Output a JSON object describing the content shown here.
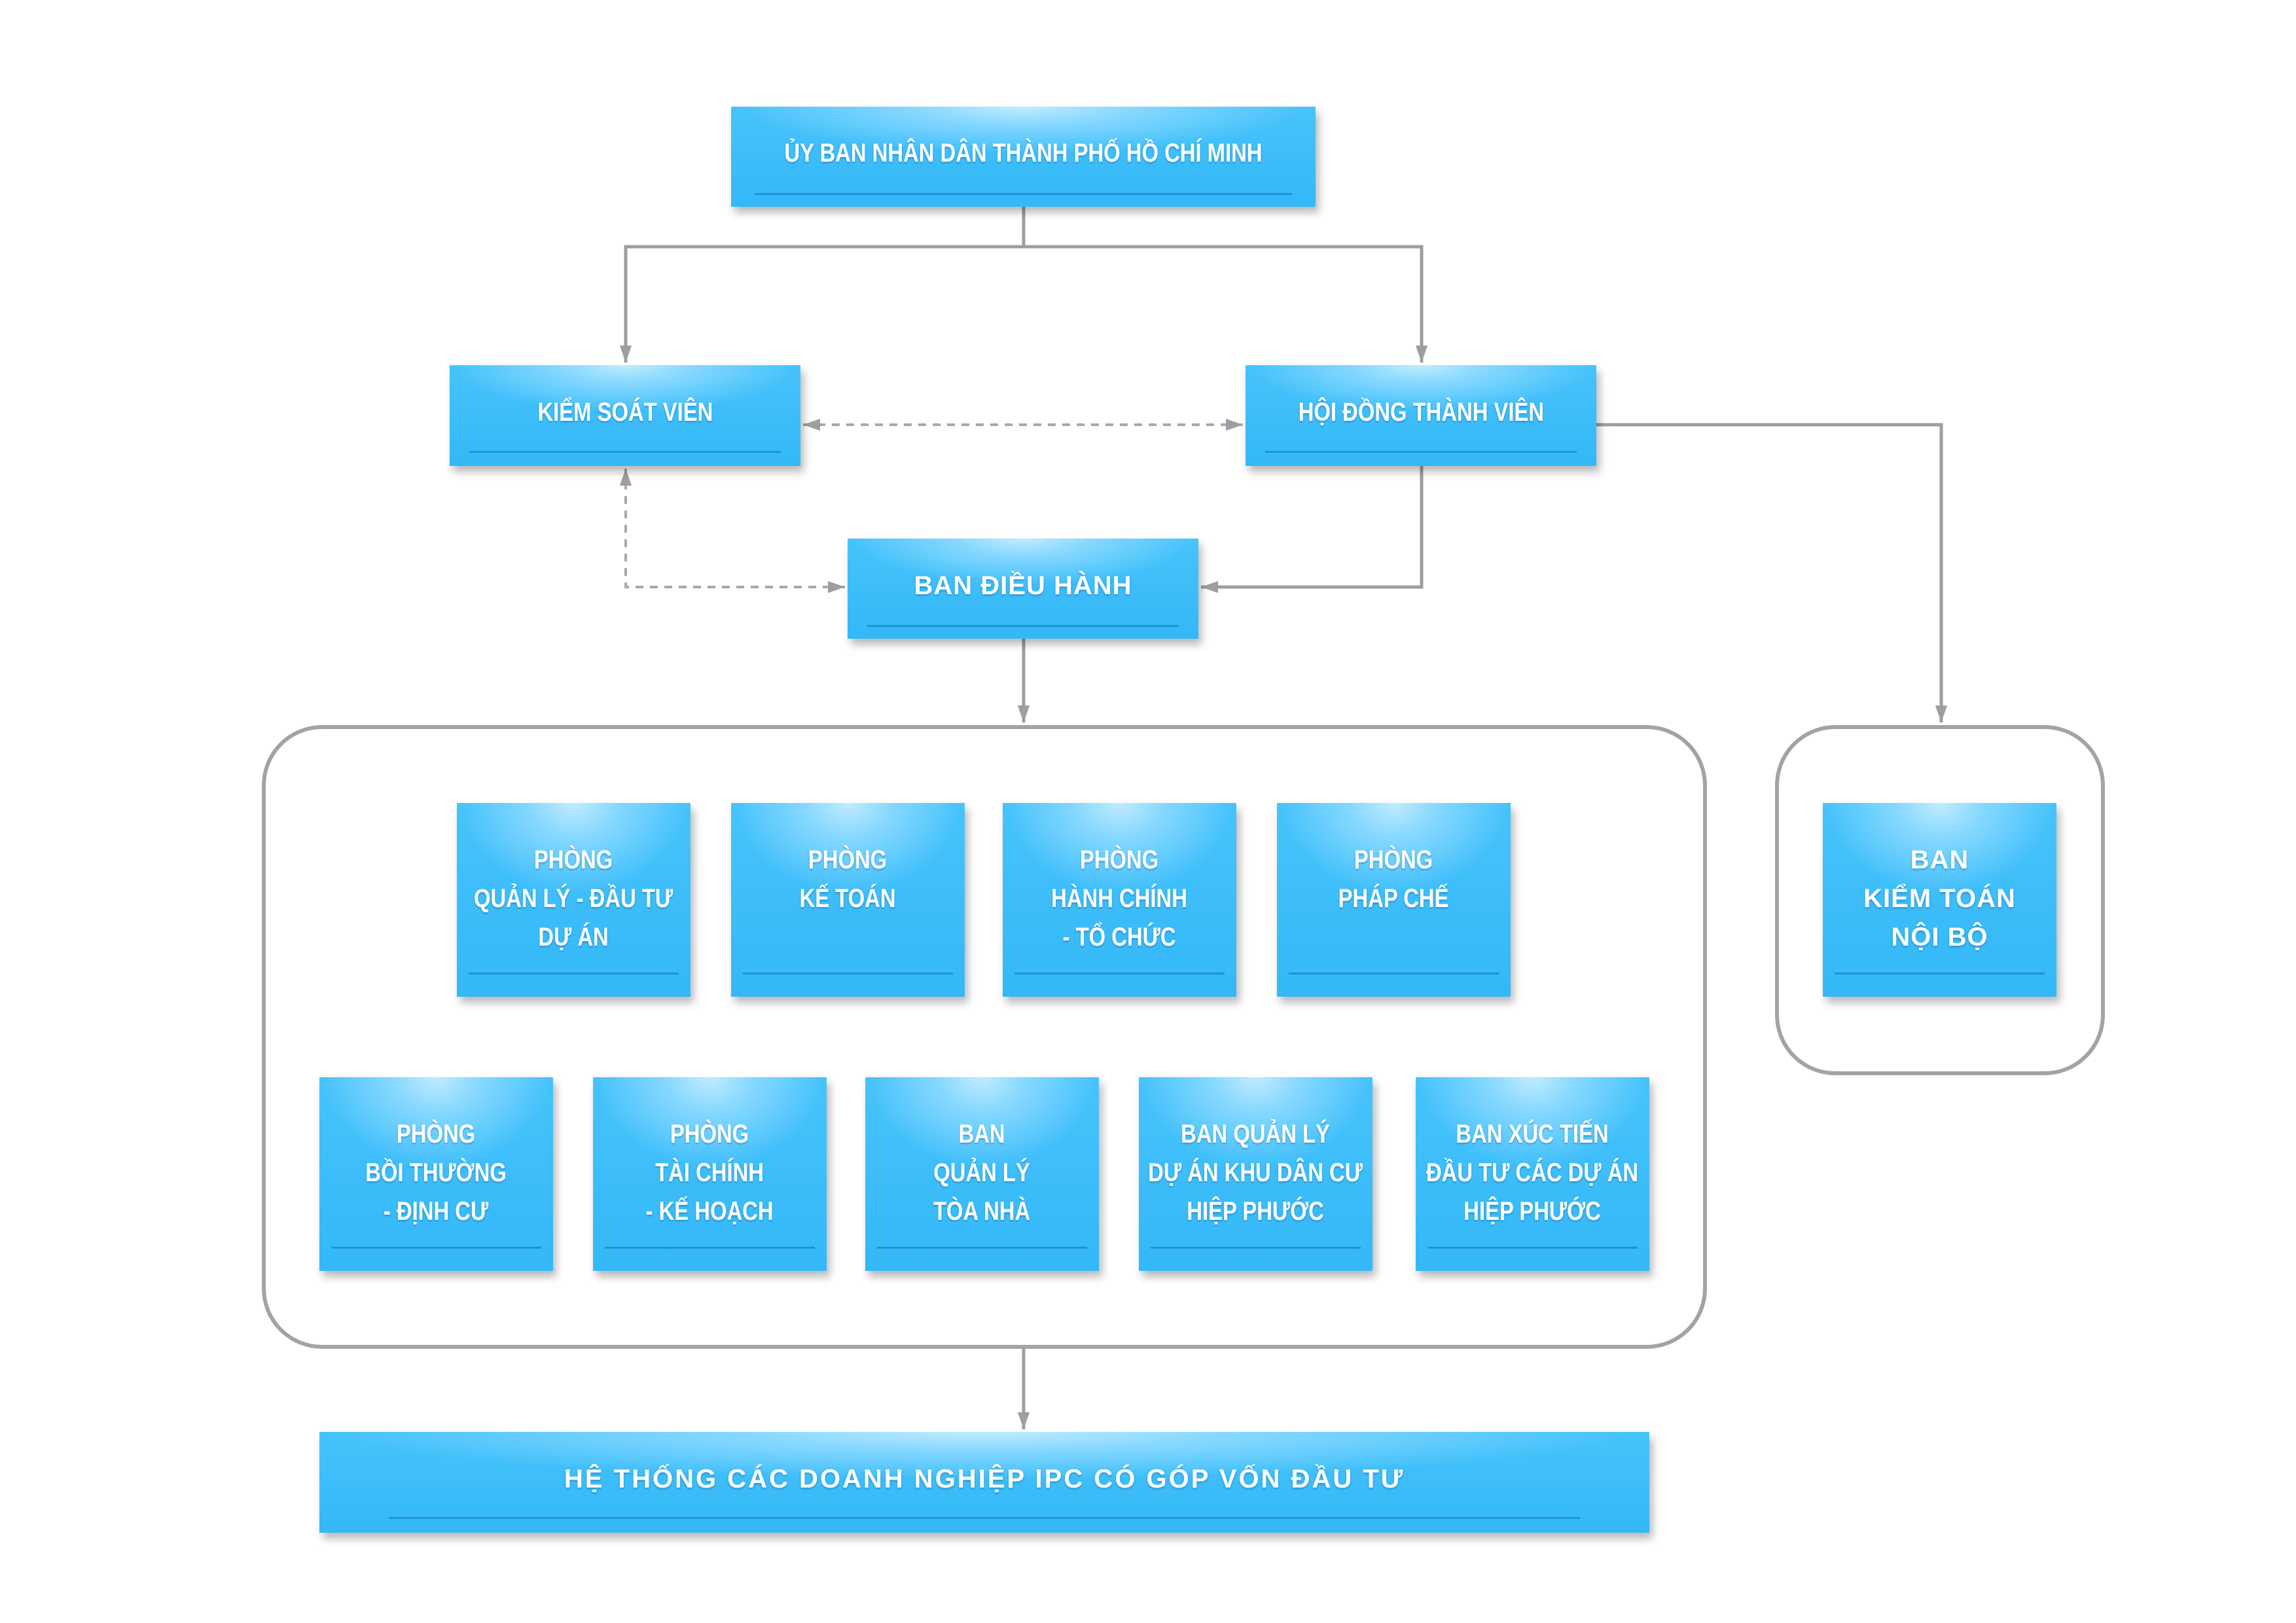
{
  "nodes": {
    "ubnd": {
      "lines": [
        "ỦY BAN NHÂN DÂN THÀNH PHỐ HỒ CHÍ MINH"
      ]
    },
    "kiem_soat_vien": {
      "lines": [
        "KIỂM SOÁT VIÊN"
      ]
    },
    "hoi_dong_thanh_vien": {
      "lines": [
        "HỘI ĐỒNG THÀNH VIÊN"
      ]
    },
    "ban_dieu_hanh": {
      "lines": [
        "BAN ĐIỀU HÀNH"
      ]
    },
    "departments": [
      {
        "lines": [
          "PHÒNG",
          "QUẢN LÝ - ĐẦU TƯ",
          "DỰ ÁN"
        ]
      },
      {
        "lines": [
          "PHÒNG",
          "KẾ TOÁN"
        ]
      },
      {
        "lines": [
          "PHÒNG",
          "HÀNH CHÍNH",
          "- TỔ CHỨC"
        ]
      },
      {
        "lines": [
          "PHÒNG",
          "PHÁP CHẾ"
        ]
      },
      {
        "lines": [
          "PHÒNG",
          "BỒI THƯỜNG",
          "- ĐỊNH CƯ"
        ]
      },
      {
        "lines": [
          "PHÒNG",
          "TÀI CHÍNH",
          "- KẾ HOẠCH"
        ]
      },
      {
        "lines": [
          "BAN",
          "QUẢN LÝ",
          "TÒA NHÀ"
        ]
      },
      {
        "lines": [
          "BAN QUẢN LÝ",
          "DỰ ÁN KHU DÂN CƯ",
          "HIỆP PHƯỚC"
        ]
      },
      {
        "lines": [
          "BAN XÚC TIẾN",
          "ĐẦU TƯ CÁC DỰ ÁN",
          "HIỆP PHƯỚC"
        ]
      }
    ],
    "ban_kiem_toan": {
      "lines": [
        "BAN",
        "KIỂM TOÁN",
        "NỘI BỘ"
      ]
    },
    "he_thong": {
      "lines": [
        "HỆ THỐNG CÁC DOANH NGHIỆP IPC CÓ GÓP VỐN ĐẦU TƯ"
      ]
    }
  },
  "colors": {
    "box_blue": "#36bcfa",
    "box_highlight": "#c0ecff",
    "connector": "#9e9e9e",
    "group_border": "#a3a3a3",
    "text": "#ffffff"
  }
}
